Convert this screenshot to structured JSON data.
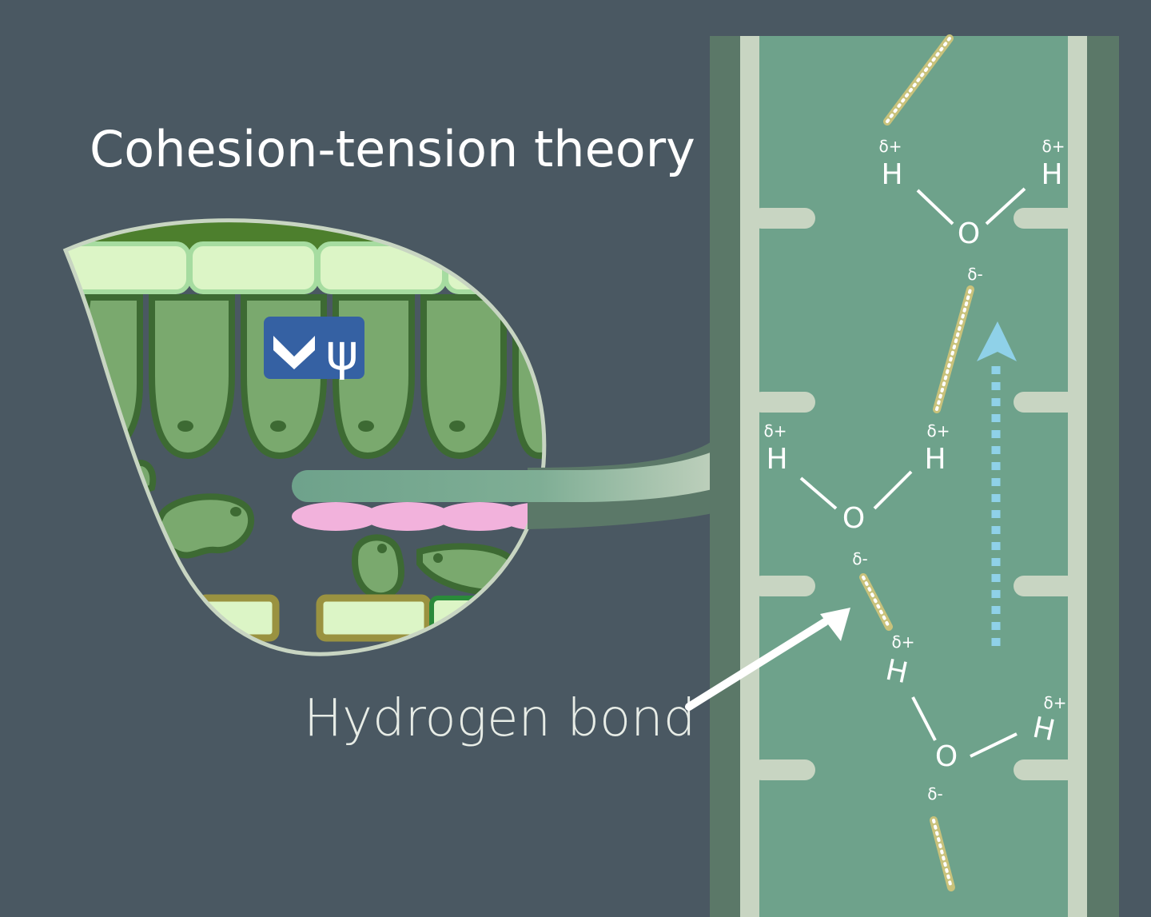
{
  "title": "Cohesion-tension theory",
  "hydrogen_bond_label": "Hydrogen bond",
  "badge_symbol": "ψ",
  "molecules": [
    {
      "o": "O",
      "h_left": "H",
      "h_right": "H",
      "delta_h_left": "δ+",
      "delta_h_right": "δ+",
      "delta_o": "δ-"
    },
    {
      "o": "O",
      "h_left": "H",
      "h_right": "H",
      "delta_h_left": "δ+",
      "delta_h_right": "δ+",
      "delta_o": "δ-"
    },
    {
      "o": "O",
      "h_left": "H",
      "h_right": "H",
      "delta_h_left": "δ+",
      "delta_h_right": "δ+",
      "delta_o": "δ-"
    }
  ],
  "colors": {
    "background": "#4a5862",
    "xylem_fill": "#6ea28b",
    "xylem_outer": "#5b7868",
    "xylem_wall": "#c8d5c2",
    "leaf_palisade": "#7aa96e",
    "leaf_dark": "#3d6a33",
    "epidermis": "#dcf5c6",
    "pink_cells": "#f2b2dc",
    "badge": "#3561a3",
    "flow_arrow": "#8fd1e8",
    "hydrogen_bond": "#cfc98a"
  }
}
